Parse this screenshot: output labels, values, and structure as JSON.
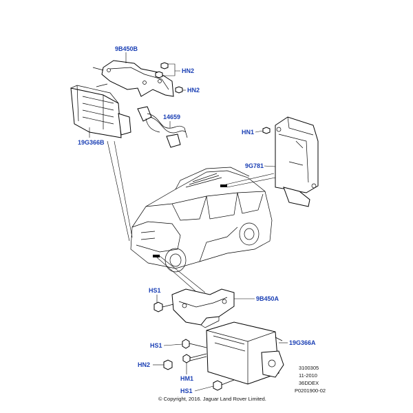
{
  "callouts": {
    "bracket_top": "9B450B",
    "hn2_a": "HN2",
    "hn2_b": "HN2",
    "harness": "14659",
    "module_left": "19G366B",
    "hn1": "HN1",
    "module_right": "9G781",
    "hs1_a": "HS1",
    "bracket_bottom": "9B450A",
    "hs1_b": "HS1",
    "module_bottom": "19G366A",
    "hn2_c": "HN2",
    "hm1": "HM1",
    "hs1_c": "HS1"
  },
  "meta": {
    "line1": "3100305",
    "line2": "11-2010",
    "line3": "36DDEX",
    "line4": "P0201900-02"
  },
  "copyright": "© Copyright, 2016. Jaguar Land Rover Limited.",
  "colors": {
    "callout": "#1a3fb4",
    "line": "#000000"
  }
}
